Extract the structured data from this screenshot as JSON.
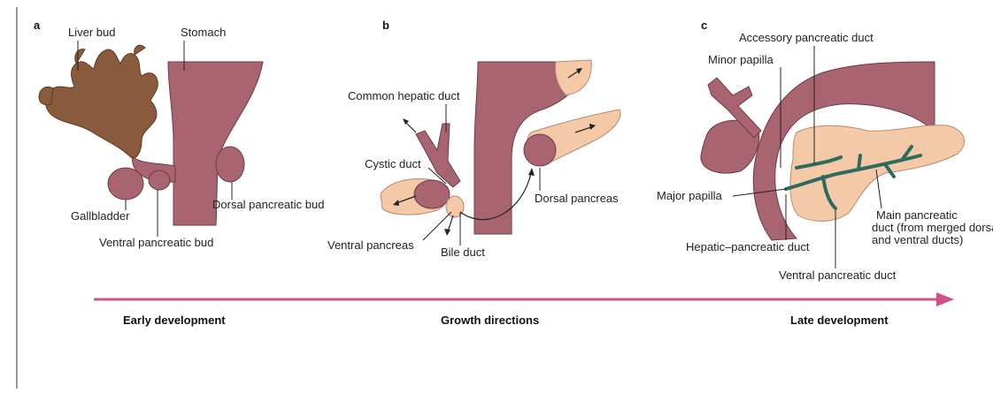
{
  "panels": {
    "a": "a",
    "b": "b",
    "c": "c"
  },
  "panel_a": {
    "liver_bud": "Liver bud",
    "stomach": "Stomach",
    "dorsal_pancreatic_bud": "Dorsal pancreatic bud",
    "gallbladder": "Gallbladder",
    "ventral_pancreatic_bud": "Ventral pancreatic bud"
  },
  "panel_b": {
    "common_hepatic_duct": "Common hepatic duct",
    "cystic_duct": "Cystic duct",
    "dorsal_pancreas": "Dorsal pancreas",
    "ventral_pancreas": "Ventral pancreas",
    "bile_duct": "Bile duct"
  },
  "panel_c": {
    "accessory_pancreatic_duct": "Accessory pancreatic duct",
    "minor_papilla": "Minor papilla",
    "major_papilla": "Major papilla",
    "main_pancreatic_duct_1": "Main pancreatic",
    "main_pancreatic_duct_2": "duct (from merged dorsal",
    "main_pancreatic_duct_3": "and ventral ducts)",
    "hepatic_pancreatic_duct": "Hepatic–pancreatic duct",
    "ventral_pancreatic_duct": "Ventral pancreatic duct"
  },
  "timeline": {
    "early": "Early development",
    "growth": "Growth directions",
    "late": "Late development"
  },
  "colors": {
    "gut": "#a86470",
    "liver": "#8a5a3c",
    "pancreas": "#f4c9a8",
    "duct": "#2e6b5e",
    "arrow": "#d1508a"
  }
}
